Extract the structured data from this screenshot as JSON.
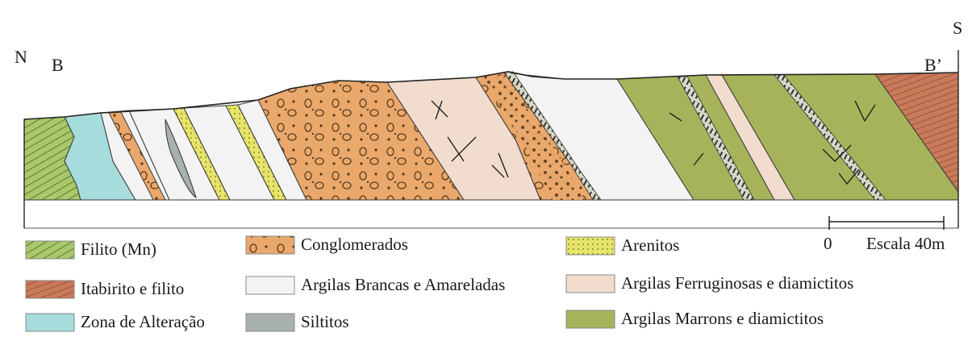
{
  "section": {
    "compass_n": "N",
    "compass_s": "S",
    "point_b": "B",
    "point_b_prime": "B’"
  },
  "scale": {
    "zero": "0",
    "label": "Escala 40m"
  },
  "legend": {
    "items": [
      {
        "label": "Filito (Mn)",
        "color": "#a8c86a",
        "pattern": "hatch-green"
      },
      {
        "label": "Itabirito e filito",
        "color": "#c97a5a",
        "pattern": "hatch-brown"
      },
      {
        "label": "Zona de Alteração",
        "color": "#a6dcdc",
        "pattern": "solid"
      },
      {
        "label": "Conglomerados",
        "color": "#eaa86c",
        "pattern": "pebbles"
      },
      {
        "label": "Argilas Brancas e Amareladas",
        "color": "#f3f3f3",
        "pattern": "solid"
      },
      {
        "label": "Siltitos",
        "color": "#a8b0b0",
        "pattern": "solid"
      },
      {
        "label": "Arenitos",
        "color": "#e6e46a",
        "pattern": "dots"
      },
      {
        "label": "Argilas Ferruginosas e diamictitos",
        "color": "#f1dccd",
        "pattern": "solid"
      },
      {
        "label": "Argilas Marrons e diamictitos",
        "color": "#a7b35a",
        "pattern": "solid"
      }
    ]
  }
}
